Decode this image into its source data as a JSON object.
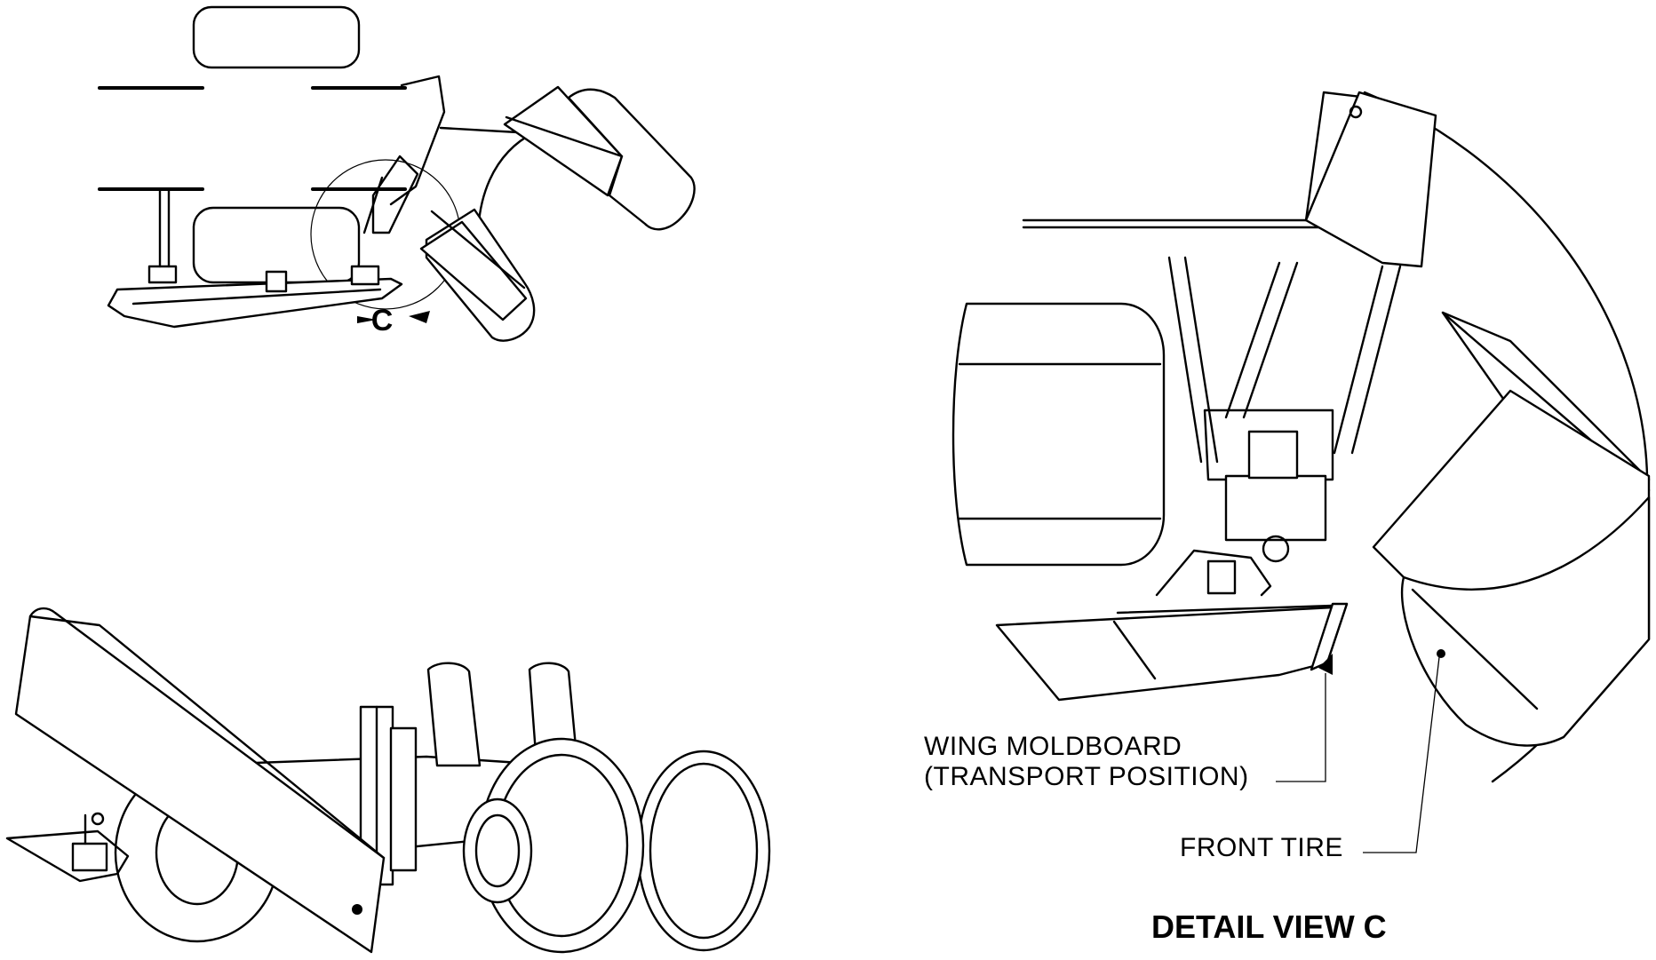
{
  "callout": {
    "letter": "C"
  },
  "labels": {
    "wing_moldboard_line1": "WING MOLDBOARD",
    "wing_moldboard_line2": "(TRANSPORT POSITION)",
    "front_tire": "FRONT TIRE"
  },
  "detail_title": "DETAIL VIEW C",
  "colors": {
    "ink": "#000000",
    "paper": "#ffffff"
  }
}
